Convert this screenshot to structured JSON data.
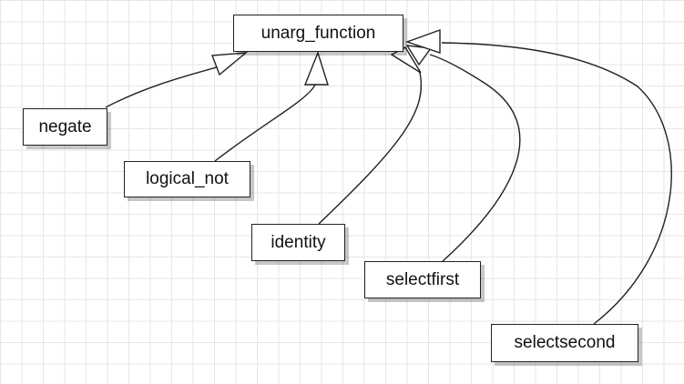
{
  "diagram": {
    "parent": {
      "label": "unarg_function"
    },
    "children": [
      {
        "label": "negate"
      },
      {
        "label": "logical_not"
      },
      {
        "label": "identity"
      },
      {
        "label": "selectfirst"
      },
      {
        "label": "selectsecond"
      }
    ],
    "relationship": "inheritance",
    "colors": {
      "background": "#ffffff",
      "grid": "#e6e6e6",
      "stroke": "#222222",
      "node_fill": "#ffffff"
    }
  }
}
